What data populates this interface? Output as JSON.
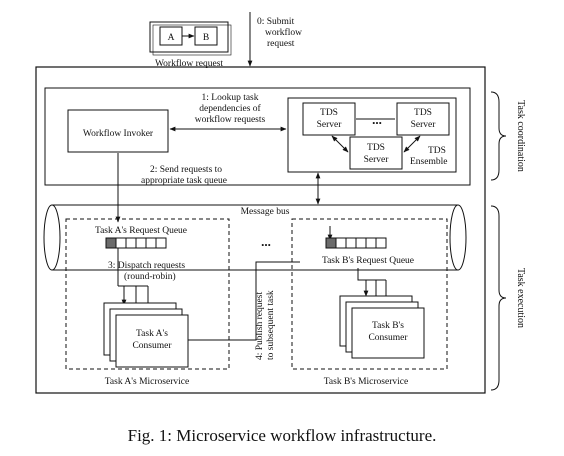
{
  "workflow_request": {
    "label": "Workflow request",
    "task_a": "A",
    "task_b": "B",
    "submit_step": [
      "0: Submit",
      "workflow",
      "request"
    ]
  },
  "coordination": {
    "invoker": "Workflow Invoker",
    "lookup_step": [
      "1: Lookup task",
      "dependencies of",
      "workflow requests"
    ],
    "send_step": [
      "2: Send requests to",
      "appropriate task queue"
    ],
    "tds_server": [
      "TDS",
      "Server"
    ],
    "tds_ellipsis": "...",
    "tds_ensemble": [
      "TDS",
      "Ensemble"
    ]
  },
  "bus": {
    "label": "Message bus",
    "ellipsis": "..."
  },
  "microservice_a": {
    "queue_label": "Task A's Request Queue",
    "dispatch_step": [
      "3: Dispatch requests",
      "(round-robin)"
    ],
    "consumer": [
      "Task A's",
      "Consumer"
    ],
    "label": "Task A's Microservice"
  },
  "microservice_b": {
    "queue_label": "Task B's Request Queue",
    "consumer": [
      "Task B's",
      "Consumer"
    ],
    "label": "Task B's Microservice"
  },
  "publish_step": [
    "4: Publish request",
    "to subsequent task"
  ],
  "side_labels": {
    "coordination": "Task coordination",
    "execution": "Task execution"
  },
  "caption": "Fig. 1: Microservice workflow infrastructure."
}
